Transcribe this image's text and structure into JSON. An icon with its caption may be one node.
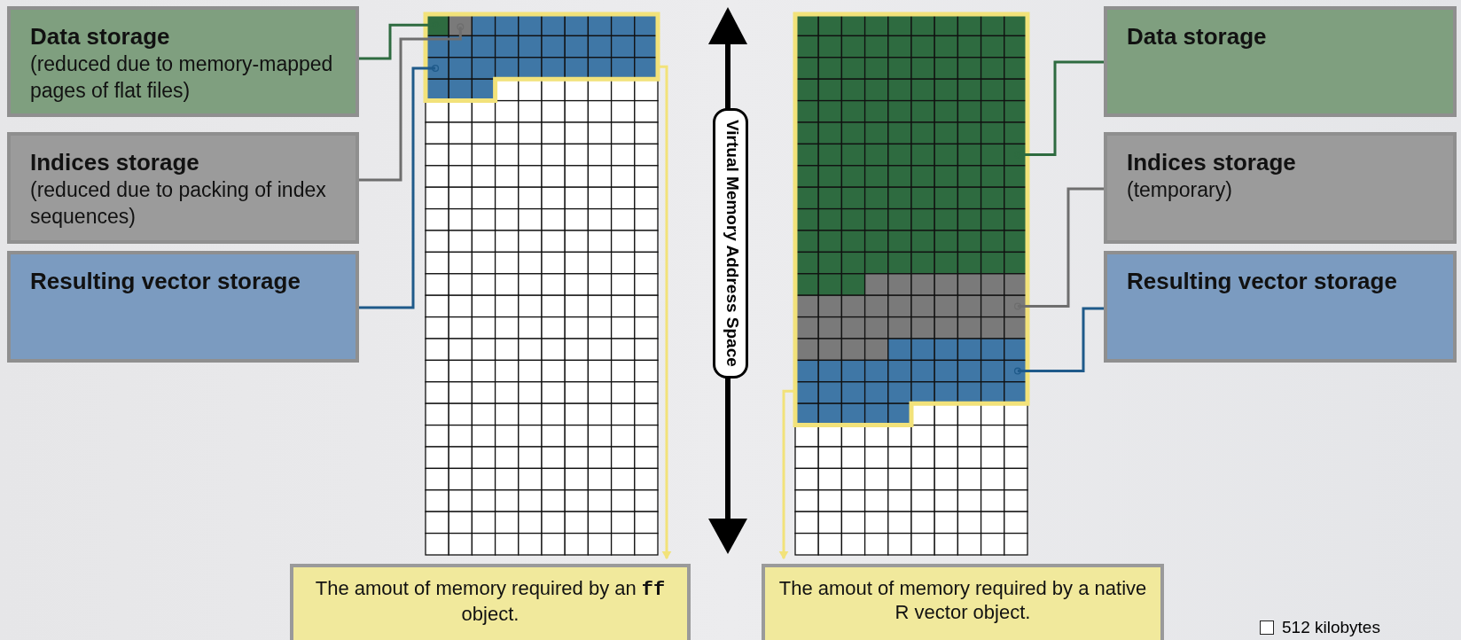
{
  "diagram": {
    "nodes": [
      {
        "text": [
          "Data storage",
          "(reduced due to memory-mapped pages of flat files)"
        ]
      },
      {
        "text": [
          "Indices storage",
          "(reduced due to packing of index sequences)"
        ]
      },
      {
        "text": [
          "Resulting vector storage"
        ]
      },
      {
        "text": [],
        "shape": "box"
      },
      {
        "text": [],
        "shape": "box",
        "in": 3
      },
      {
        "text": [],
        "shape": "box",
        "in": 3
      },
      {
        "text": [],
        "shape": "box",
        "in": 3
      },
      {
        "text": [
          "The amout of memory required by an **ff** object."
        ]
      },
      {
        "text": [],
        "shape": "box"
      },
      {
        "text": [],
        "shape": "box",
        "in": 8
      },
      {
        "text": [],
        "shape": "box",
        "in": 8
      },
      {
        "text": [],
        "shape": "box",
        "in": 8
      },
      {
        "text": [
          "Data storage"
        ]
      },
      {
        "text": [
          "Indices storage",
          "(temporary)"
        ]
      },
      {
        "text": [
          "Resulting vector storage"
        ]
      },
      {
        "text": [
          "The amout of memory required by a native R vector object."
        ]
      }
    ],
    "edges": [
      {
        "from": 0,
        "to": 4,
        "arrow": "other",
        "color": "#2e6b40"
      },
      {
        "from": 1,
        "to": 5,
        "arrow": "other",
        "color": "#6e6e6e"
      },
      {
        "from": 2,
        "to": 6,
        "arrow": "other",
        "color": "#1f5a8a"
      },
      {
        "from": 3,
        "to": 7,
        "arrow": "to",
        "color": "#f2e27a"
      },
      {
        "from": 12,
        "to": 9,
        "arrow": "other",
        "color": "#2e6b40"
      },
      {
        "from": 13,
        "to": 10,
        "arrow": "other",
        "color": "#6e6e6e"
      },
      {
        "from": 14,
        "to": 11,
        "arrow": "other",
        "color": "#1f5a8a"
      },
      {
        "from": 8,
        "to": 15,
        "arrow": "to",
        "color": "#f2e27a"
      }
    ],
    "labels": [
      "Virtual Memory Address Space"
    ],
    "legend": [
      {
        "text": "512 kilobytes"
      }
    ]
  }
}
